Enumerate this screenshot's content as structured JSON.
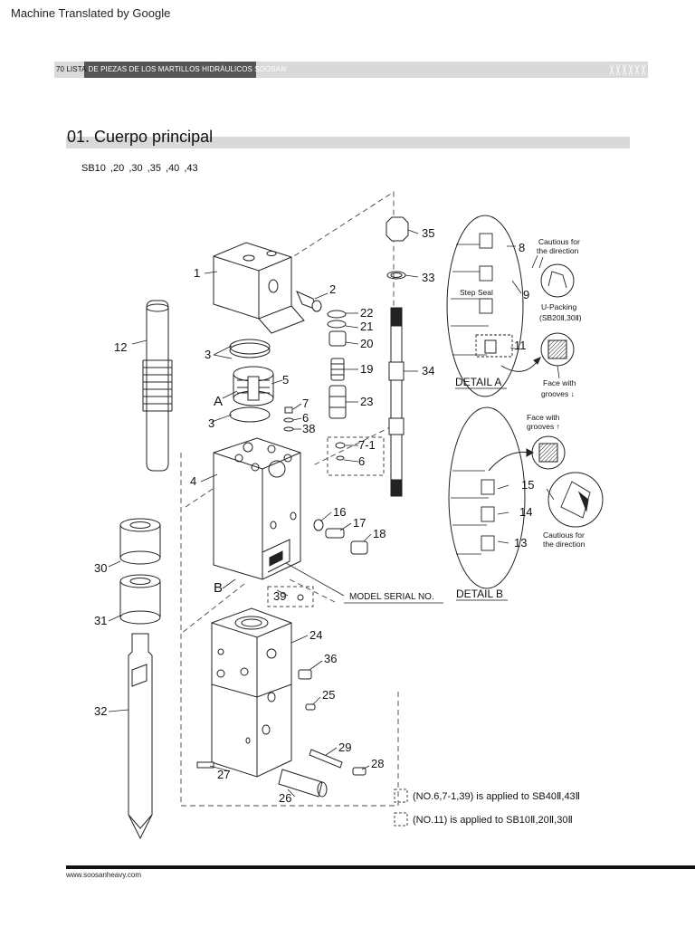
{
  "machine_translated": "Machine Translated by Google",
  "header": {
    "page_number": "70",
    "lista": "LISTA",
    "de_piezas": "DE PIEZAS",
    "rest": " DE LOS MARTILLOS HIDRÁULICOS SOOSAN"
  },
  "title": "01. Cuerpo principal",
  "models": "SB10   ,20   ,30   ,35   ,40   ,43",
  "labels": [
    "1",
    "2",
    "3",
    "3",
    "4",
    "5",
    "6",
    "6",
    "7",
    "7-1",
    "8",
    "9",
    "11",
    "12",
    "13",
    "14",
    "15",
    "16",
    "17",
    "18",
    "19",
    "20",
    "21",
    "22",
    "23",
    "24",
    "25",
    "26",
    "27",
    "28",
    "29",
    "30",
    "31",
    "32",
    "33",
    "34",
    "35",
    "36",
    "38",
    "39"
  ],
  "letters": {
    "a": "A",
    "b": "B"
  },
  "detail_a": {
    "title": "DETAIL A",
    "cautious": "Cautious for",
    "direction": "the direction",
    "step_seal": "Step Seal",
    "u_packing": "U-Packing",
    "u_packing_models": "(SB20Ⅱ,30Ⅱ)",
    "face_with": "Face with",
    "grooves_down": "grooves ↓"
  },
  "detail_b": {
    "title": "DETAIL B",
    "face_with": "Face with",
    "grooves_up": "grooves ↑",
    "cautious": "Cautious for",
    "direction": "the direction"
  },
  "model_serial": "MODEL SERIAL NO.",
  "notes": {
    "note1": "(NO.6,7-1,39) is applied to SB40Ⅱ,43Ⅱ",
    "note2": "(NO.11) is applied to SB10Ⅱ,20Ⅱ,30Ⅱ"
  },
  "footer_url": "www.soosanheavy.com"
}
